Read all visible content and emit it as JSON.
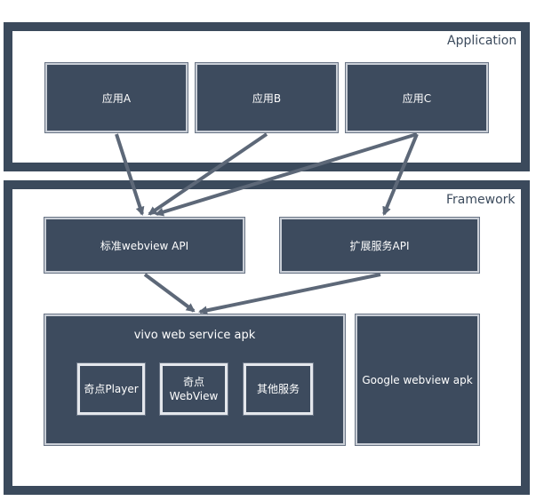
{
  "layers": {
    "application": {
      "title": "Application",
      "apps": [
        "应用A",
        "应用B",
        "应用C"
      ]
    },
    "framework": {
      "title": "Framework",
      "standard_api": "标准webview API",
      "extended_api": "扩展服务API",
      "vivo_service": {
        "title": "vivo web service apk",
        "components": [
          {
            "line1": "奇点Player",
            "line2": ""
          },
          {
            "line1": "奇点",
            "line2": "WebView"
          },
          {
            "line1": "其他服务",
            "line2": ""
          }
        ]
      },
      "google_webview": "Google webview apk"
    }
  },
  "colors": {
    "box_fill": "#3d4b5e",
    "border": "#3b4a5c",
    "arrow": "#5d6878"
  }
}
